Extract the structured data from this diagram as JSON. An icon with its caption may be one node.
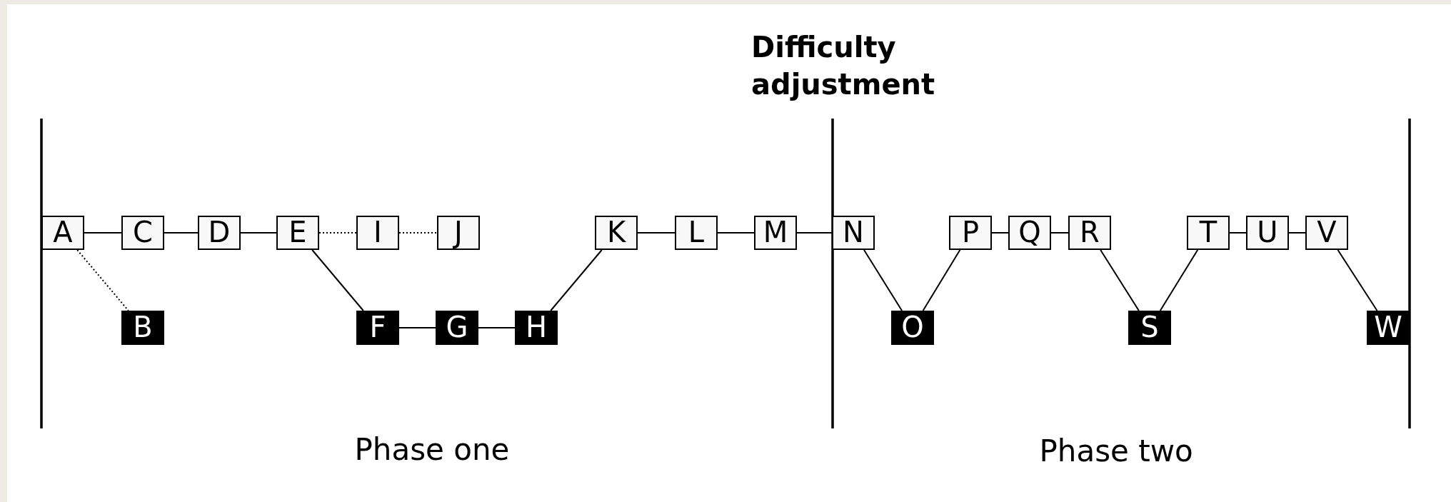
{
  "diagram": {
    "nodes": [
      {
        "text": [
          "A"
        ]
      },
      {
        "text": [
          "B"
        ]
      },
      {
        "text": [
          "C"
        ]
      },
      {
        "text": [
          "D"
        ]
      },
      {
        "text": [
          "E"
        ]
      },
      {
        "text": [
          "F"
        ]
      },
      {
        "text": [
          "G"
        ]
      },
      {
        "text": [
          "H"
        ]
      },
      {
        "text": [
          "I"
        ]
      },
      {
        "text": [
          "J"
        ]
      },
      {
        "text": [
          "K"
        ]
      },
      {
        "text": [
          "L"
        ]
      },
      {
        "text": [
          "M"
        ]
      },
      {
        "text": [
          "N"
        ]
      },
      {
        "text": [
          "O"
        ]
      },
      {
        "text": [
          "P"
        ]
      },
      {
        "text": [
          "Q"
        ]
      },
      {
        "text": [
          "R"
        ]
      },
      {
        "text": [
          "S"
        ]
      },
      {
        "text": [
          "T"
        ]
      },
      {
        "text": [
          "U"
        ]
      },
      {
        "text": [
          "V"
        ]
      },
      {
        "text": [
          "W"
        ]
      }
    ],
    "edges": [
      {
        "from": 0,
        "to": 2,
        "arrow": "none"
      },
      {
        "from": 0,
        "to": 1,
        "arrow": "none",
        "style": "dashed"
      },
      {
        "from": 2,
        "to": 3,
        "arrow": "none"
      },
      {
        "from": 3,
        "to": 4,
        "arrow": "none"
      },
      {
        "from": 4,
        "to": 8,
        "arrow": "none",
        "style": "dashed"
      },
      {
        "from": 8,
        "to": 9,
        "arrow": "none",
        "style": "dashed"
      },
      {
        "from": 4,
        "to": 5,
        "arrow": "none"
      },
      {
        "from": 5,
        "to": 6,
        "arrow": "none"
      },
      {
        "from": 6,
        "to": 7,
        "arrow": "none"
      },
      {
        "from": 7,
        "to": 10,
        "arrow": "none"
      },
      {
        "from": 10,
        "to": 11,
        "arrow": "none"
      },
      {
        "from": 11,
        "to": 12,
        "arrow": "none"
      },
      {
        "from": 12,
        "to": 13,
        "arrow": "none"
      },
      {
        "from": 13,
        "to": 14,
        "arrow": "none"
      },
      {
        "from": 14,
        "to": 15,
        "arrow": "none"
      },
      {
        "from": 15,
        "to": 16,
        "arrow": "none"
      },
      {
        "from": 16,
        "to": 17,
        "arrow": "none"
      },
      {
        "from": 17,
        "to": 18,
        "arrow": "none"
      },
      {
        "from": 18,
        "to": 19,
        "arrow": "none"
      },
      {
        "from": 19,
        "to": 20,
        "arrow": "none"
      },
      {
        "from": 20,
        "to": 21,
        "arrow": "none"
      },
      {
        "from": 21,
        "to": 22,
        "arrow": "none"
      }
    ],
    "labels": [
      "Difficulty adjustment",
      "Phase one",
      "Phase two"
    ]
  }
}
